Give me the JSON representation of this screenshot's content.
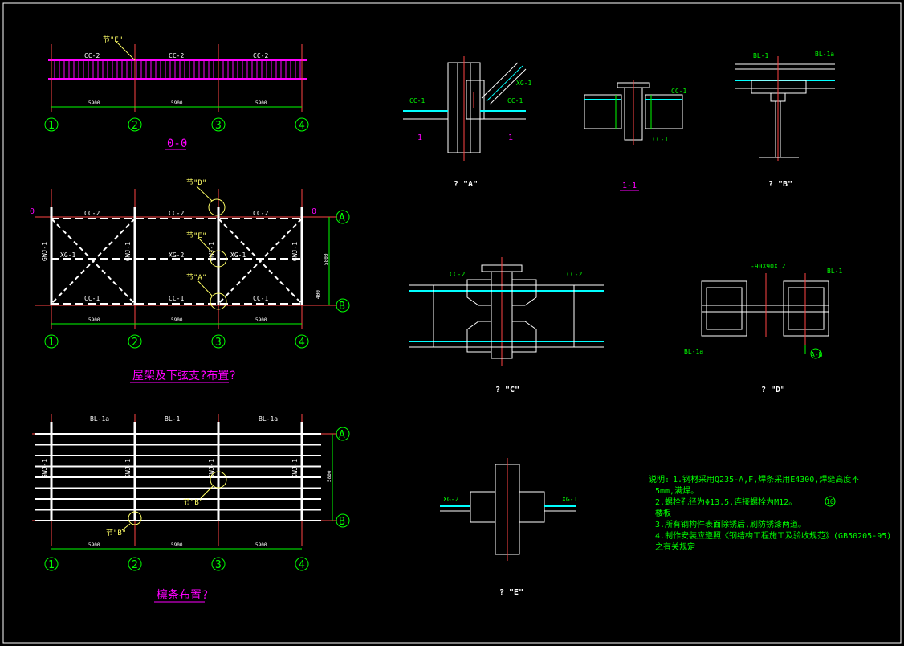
{
  "drawing": {
    "colors": {
      "background": "#000000",
      "axis": "#00ff00",
      "member": "#ffffff",
      "purlin": "#ff00ff",
      "highlight": "#00ffff",
      "note": "#ffff66"
    },
    "axes": [
      "1",
      "2",
      "3",
      "4"
    ],
    "grid_rows": [
      "A",
      "B"
    ],
    "spans": [
      "5900",
      "5900",
      "5900"
    ],
    "top_elevation": {
      "labels": [
        "CC-2",
        "CC-2",
        "CC-2"
      ],
      "callout": "节\"E\"",
      "title": "0-0"
    },
    "plan_bracing": {
      "left_mark": "0",
      "right_mark": "0",
      "top_labels": [
        "CC-2",
        "CC-2",
        "CC-2"
      ],
      "mid_labels": [
        "XG-1",
        "XG-2",
        "XG-1"
      ],
      "bottom_labels": [
        "CC-1",
        "CC-1",
        "CC-1"
      ],
      "truss_labels": [
        "GWJ-1",
        "GWJ-1",
        "GWJ-1",
        "GWJ-1"
      ],
      "callouts": [
        "节\"D\"",
        "节\"E\"",
        "节\"A\""
      ],
      "dim_right": "5800",
      "dim_right_small": "400",
      "title": "屋架及下弦支?布置?"
    },
    "plan_purlin": {
      "top_labels": [
        "BL-1a",
        "BL-1",
        "BL-1a"
      ],
      "truss_labels": [
        "GWJ-1",
        "GWJ-1",
        "GWJ-1",
        "GWJ-1"
      ],
      "callouts": [
        "节\"B\"",
        "节\"B\""
      ],
      "dim_right": "5800",
      "title": "檩条布置?"
    },
    "detail_A": {
      "labels": [
        "CC-1",
        "CC-1",
        "XG-1"
      ],
      "marks": [
        "1",
        "1"
      ],
      "title": "? \"A\""
    },
    "section_11": {
      "labels": [
        "CC-1",
        "CC-1"
      ],
      "title": "1-1"
    },
    "detail_B": {
      "labels": [
        "BL-1",
        "BL-1a"
      ],
      "title": "? \"B\""
    },
    "detail_C": {
      "labels": [
        "CC-2",
        "CC-2"
      ],
      "title": "? \"C\""
    },
    "detail_D": {
      "labels": [
        "-90X90X12",
        "BL-1a",
        "BL-1"
      ],
      "grid": "A-B",
      "title": "? \"D\""
    },
    "detail_E": {
      "labels": [
        "XG-2",
        "XG-1"
      ],
      "title": "? \"E\""
    },
    "notes": {
      "heading": "说明:",
      "lines": [
        "1.钢材采用Q235-A,F,焊条采用E4300,焊缝高度不",
        "  5mm,满焊。",
        "2.螺栓孔径为Φ13.5,连接螺栓为M12。",
        "  楼板",
        "3.所有钢构件表面除锈后,刷防锈漆两道。",
        "4.制作安装应遵照《钢结构工程施工及验收规范》(GB50205-95)",
        "  之有关规定"
      ],
      "circle_mark": "10"
    }
  }
}
